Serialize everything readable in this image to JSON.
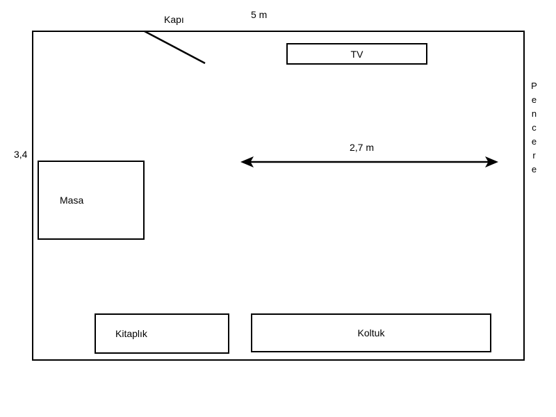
{
  "diagram": {
    "labels": {
      "door": "Kapı",
      "top_width": "5 m",
      "left_height": "3,4",
      "inner_width": "2,7 m",
      "window": "Pencere"
    },
    "furniture": {
      "tv": "TV",
      "table": "Masa",
      "bookshelf": "Kitaplık",
      "sofa": "Koltuk"
    },
    "colors": {
      "line": "#000000",
      "background": "#ffffff"
    }
  }
}
